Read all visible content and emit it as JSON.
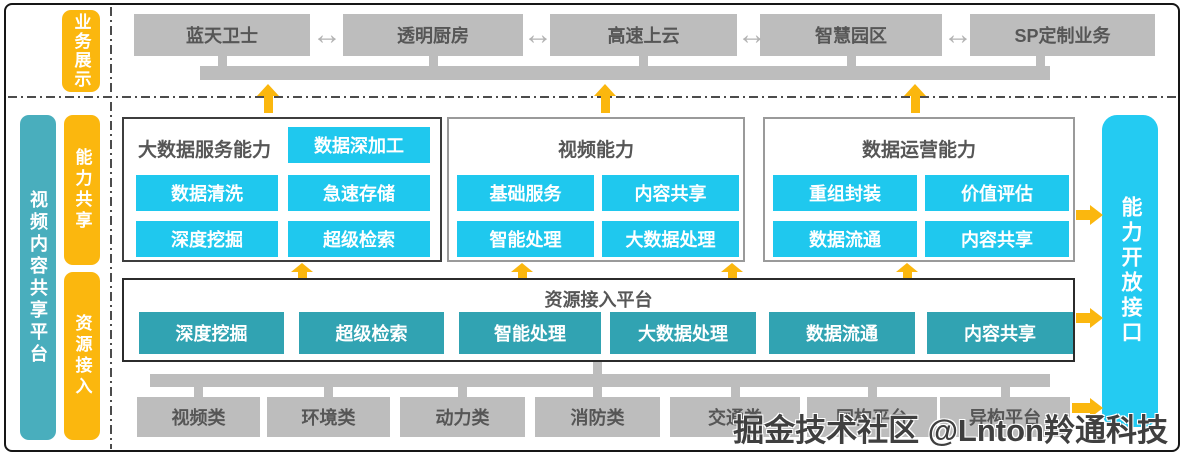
{
  "left_rail": {
    "business_label": "业务展示",
    "platform_label": "视频内容共享平台",
    "capability_label": "能力共享",
    "resource_label": "资源接入"
  },
  "right_rail": {
    "label": "能力开放接口"
  },
  "icons": {
    "double_arrow": "↔"
  },
  "top_row": {
    "items": [
      "蓝天卫士",
      "透明厨房",
      "高速上云",
      "智慧园区",
      "SP定制业务"
    ]
  },
  "groups": [
    {
      "title": "大数据服务能力",
      "cells": [
        "数据深加工",
        "数据清洗",
        "急速存储",
        "深度挖掘",
        "超级检索"
      ]
    },
    {
      "title": "视频能力",
      "cells": [
        "基础服务",
        "内容共享",
        "智能处理",
        "大数据处理"
      ]
    },
    {
      "title": "数据运营能力",
      "cells": [
        "重组封装",
        "价值评估",
        "数据流通",
        "内容共享"
      ]
    }
  ],
  "resource_platform": {
    "title": "资源接入平台",
    "cells": [
      "深度挖掘",
      "超级检索",
      "智能处理",
      "大数据处理",
      "数据流通",
      "内容共享"
    ]
  },
  "bottom_row": {
    "items": [
      "视频类",
      "环境类",
      "动力类",
      "消防类",
      "交通类",
      "同构平台",
      "异构平台"
    ]
  },
  "watermark": {
    "text": "掘金技术社区 @Lnton羚通科技"
  },
  "colors": {
    "bright_cyan": "#1fc8ee",
    "teal": "#31a3b2",
    "rail_teal": "#49aebd",
    "rail_cyan": "#24cbf2",
    "yellow": "#fbb70e",
    "gray_box": "#bdbdbd",
    "gray_text": "#565656",
    "border_dark": "#3d3d3d",
    "border_light": "#9a9a9a"
  }
}
